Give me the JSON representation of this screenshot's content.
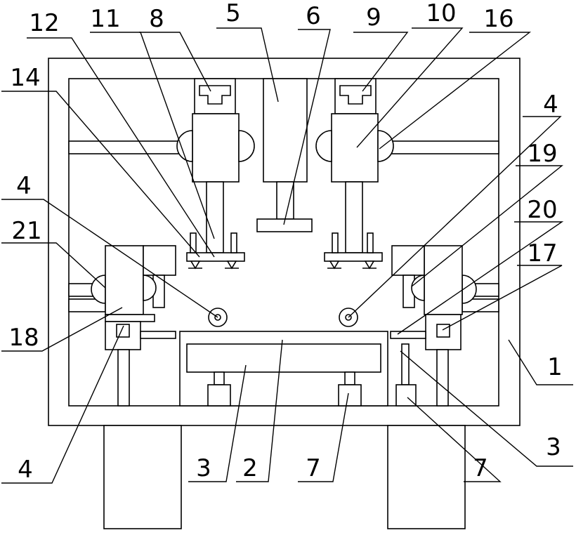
{
  "figure": {
    "labels": {
      "n1": "1",
      "n2": "2",
      "n3_left": "3",
      "n3_right": "3",
      "n4_upper_left": "4",
      "n4_upper_right": "4",
      "n4_lower_left": "4",
      "n5": "5",
      "n6": "6",
      "n7_left": "7",
      "n7_right": "7",
      "n8": "8",
      "n9": "9",
      "n10": "10",
      "n11": "11",
      "n12": "12",
      "n14": "14",
      "n16": "16",
      "n17": "17",
      "n18": "18",
      "n19": "19",
      "n20": "20",
      "n21": "21"
    }
  }
}
